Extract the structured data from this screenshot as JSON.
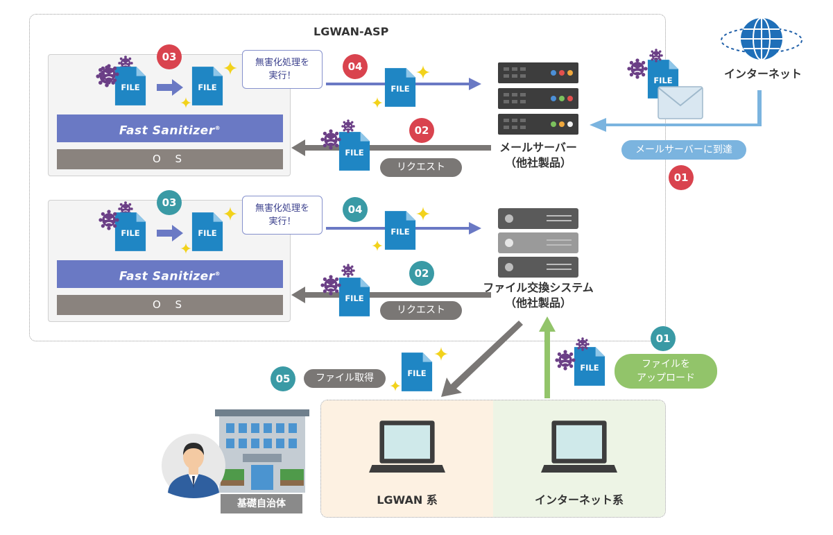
{
  "lgwan_asp": {
    "title": "LGWAN-ASP"
  },
  "file_label": "FILE",
  "sanitizer_top": {
    "step_convert": "03",
    "callout": "無害化処理を\n実行！",
    "product_bar": "Fast Sanitizer",
    "trademark": "®",
    "os_bar": "O S",
    "step_send": "04",
    "step_request": "02",
    "request_label": "リクエスト"
  },
  "sanitizer_bottom": {
    "step_convert": "03",
    "callout": "無害化処理を\n実行！",
    "product_bar": "Fast Sanitizer",
    "trademark": "®",
    "os_bar": "O S",
    "step_send": "04",
    "step_request": "02",
    "request_label": "リクエスト"
  },
  "mail_server": {
    "label": "メールサーバー\n（他社製品）"
  },
  "file_exchange": {
    "label": "ファイル交換システム\n（他社製品）"
  },
  "internet": {
    "label": "インターネット"
  },
  "mail_arrival": {
    "pill": "メールサーバーに到達",
    "step": "01"
  },
  "upload": {
    "step": "01",
    "pill": "ファイルを\nアップロード"
  },
  "file_get": {
    "step": "05",
    "pill": "ファイル取得"
  },
  "municipality": {
    "label": "基礎自治体"
  },
  "terminals": {
    "lgwan": "LGWAN 系",
    "internet": "インターネット系"
  },
  "colors": {
    "red_step": "#d9434e",
    "teal_step": "#3a9aa5",
    "sanitizer_bar": "#6a79c4",
    "os_bar": "#8a837e",
    "file_blue": "#1f86c4",
    "virus_purple": "#6b3f86",
    "arrow_blue": "#6a79c4",
    "arrow_gray": "#7a7775",
    "arrow_lightblue": "#7bb4df",
    "arrow_green": "#92c46a",
    "lgwan_bg": "#fdf1e2",
    "internet_bg": "#edf4e5"
  }
}
